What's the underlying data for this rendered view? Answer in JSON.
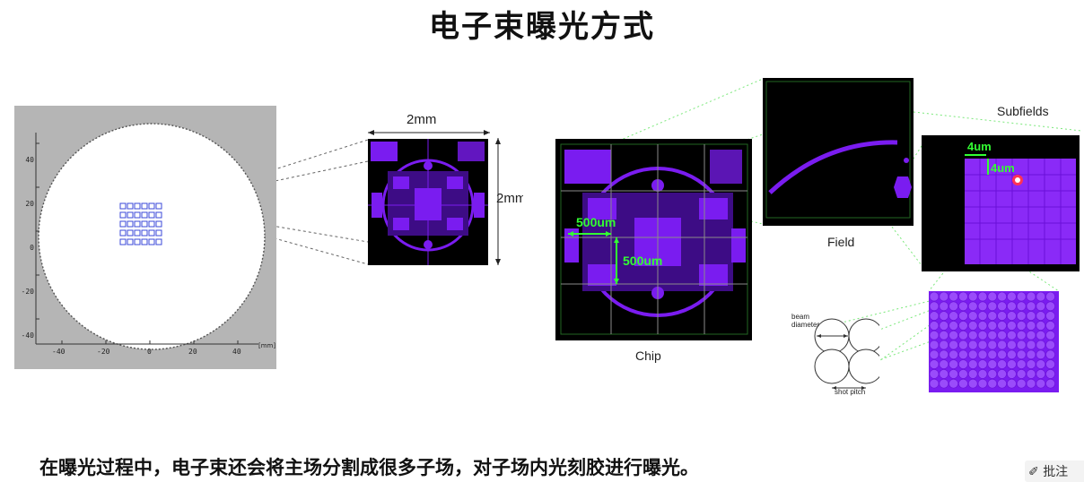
{
  "title": "电子束曝光方式",
  "caption": "在曝光过程中，电子束还会将主场分割成很多子场，对子场内光刻胶进行曝光。",
  "wafer_plot": {
    "y_ticks": [
      "40",
      "20",
      "0",
      "-20",
      "-40"
    ],
    "x_ticks": [
      "-40",
      "-20",
      "0",
      "20",
      "40"
    ],
    "x_unit": "[mm]"
  },
  "die": {
    "width_label": "2mm",
    "height_label": "2mm"
  },
  "chip": {
    "label": "Chip",
    "dim_h": "500um",
    "dim_v": "500um"
  },
  "field": {
    "label": "Field"
  },
  "subfields": {
    "label": "Subfields",
    "dim_h": "4um",
    "dim_v": "4um"
  },
  "beam": {
    "beam_label_1": "beam",
    "beam_label_2": "diameter",
    "pitch_label": "shot pitch"
  },
  "annotation_button": {
    "label": "批注"
  },
  "colors": {
    "purple": "#7a1cf0",
    "green": "#33ff33",
    "gray": "#b5b5b5"
  }
}
